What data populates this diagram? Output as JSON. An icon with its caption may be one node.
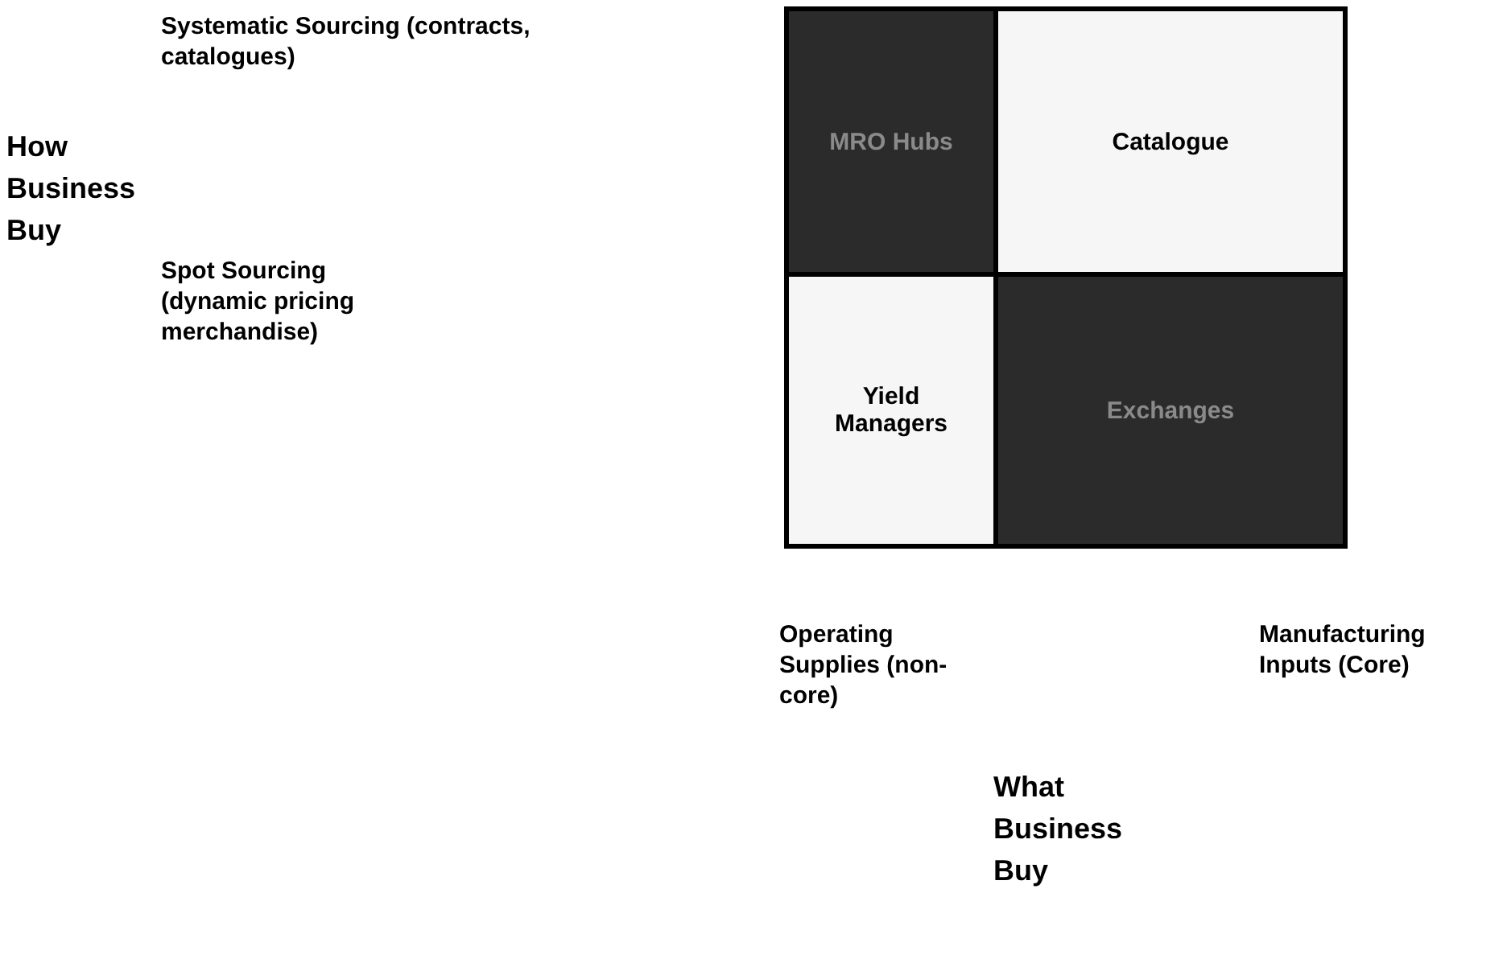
{
  "diagram": {
    "nodes": [
      {
        "text": [
          "MRO Hubs"
        ]
      },
      {
        "text": [
          "Catalogue"
        ]
      },
      {
        "text": [
          "Yield Managers"
        ]
      },
      {
        "text": [
          "Exchanges"
        ]
      }
    ],
    "labels": [
      "Systematic Sourcing (contracts, catalogues)",
      "How Business Buy",
      "Spot Sourcing (dynamic pricing merchandise)",
      "Operating Supplies (non-core)",
      "Manufacturing Inputs (Core)",
      "What Business Buy"
    ]
  }
}
